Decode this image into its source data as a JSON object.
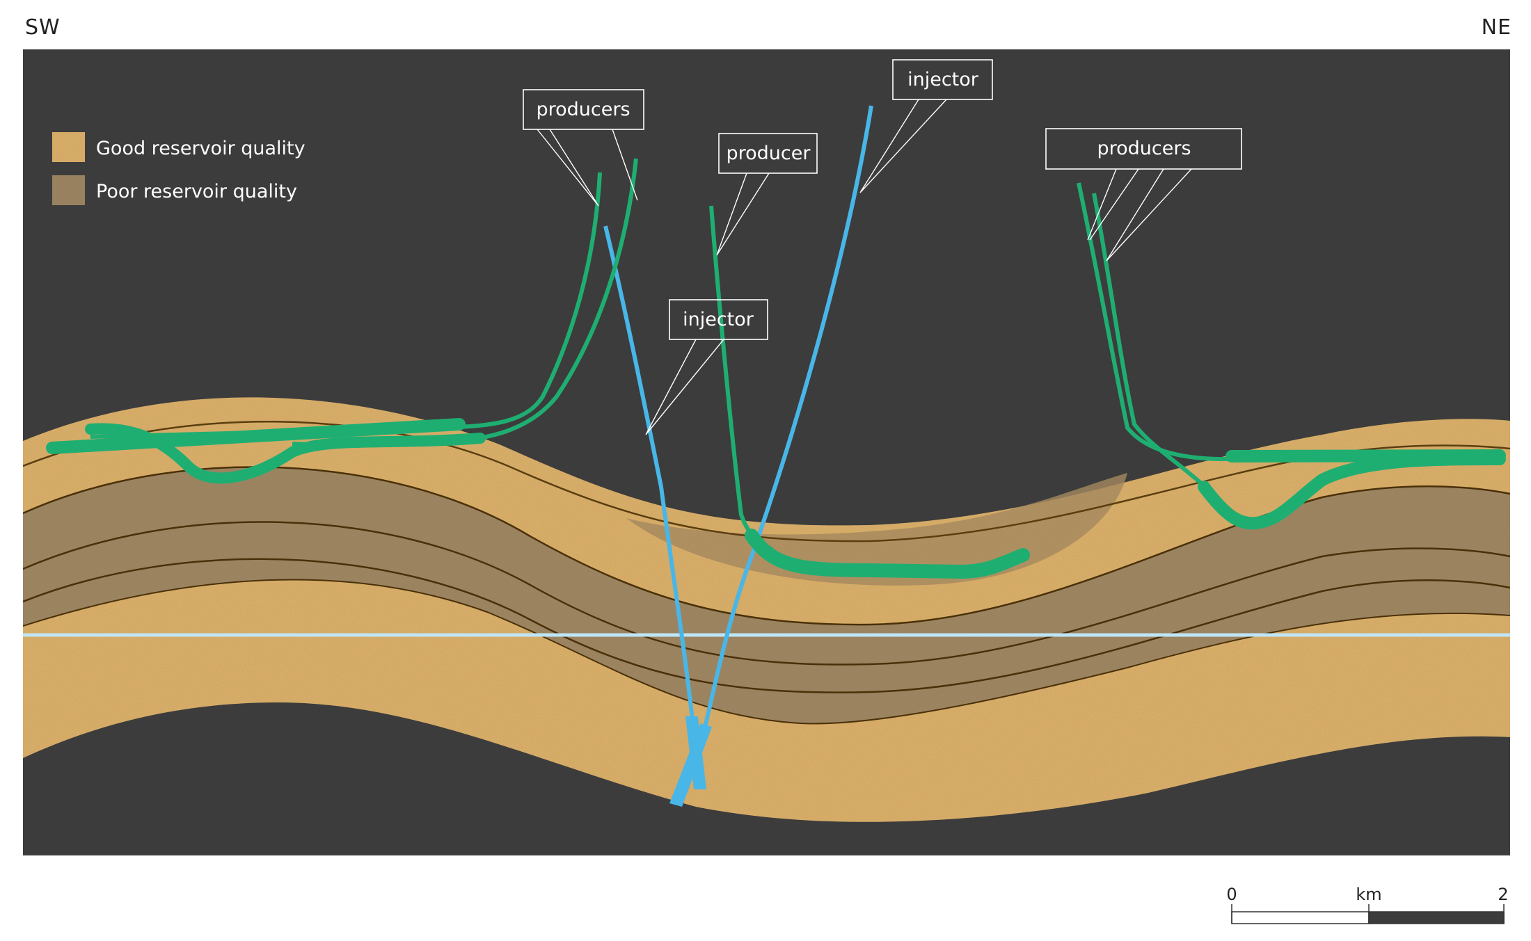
{
  "directions": {
    "left": "SW",
    "right": "NE"
  },
  "legend": [
    {
      "label": "Good reservoir quality",
      "color": "#d9ad66"
    },
    {
      "label": "Poor reservoir quality",
      "color": "#9a8260"
    }
  ],
  "callouts": {
    "producers_left": "producers",
    "producer_center": "producer",
    "injector_center": "injector",
    "injector_top": "injector",
    "producers_right": "producers"
  },
  "scale_bar": {
    "start": "0",
    "unit": "km",
    "end": "2"
  },
  "colors": {
    "background": "#3c3c3c",
    "producer_well": "#1fae72",
    "injector_well": "#49b6e8",
    "good_sand": "#d9ad66",
    "poor_sand": "#9a8260",
    "horizon_line": "#5a3e10",
    "water_contact": "#bfe6f7"
  }
}
